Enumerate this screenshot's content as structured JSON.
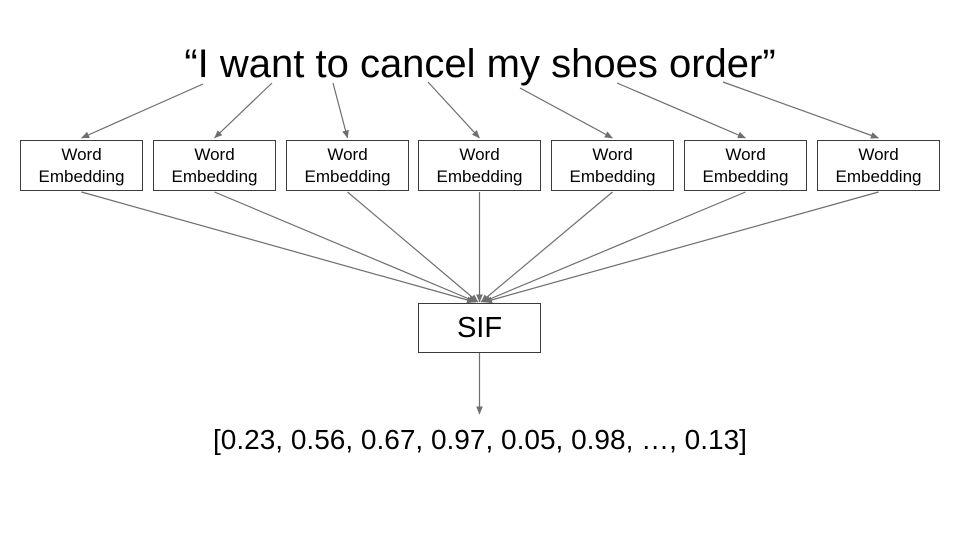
{
  "title": "“I want to cancel my shoes order”",
  "embedding_boxes": [
    {
      "label": "Word Embedding"
    },
    {
      "label": "Word Embedding"
    },
    {
      "label": "Word Embedding"
    },
    {
      "label": "Word Embedding"
    },
    {
      "label": "Word Embedding"
    },
    {
      "label": "Word Embedding"
    },
    {
      "label": "Word Embedding"
    }
  ],
  "sif_label": "SIF",
  "output_vector": "[0.23, 0.56, 0.67, 0.97, 0.05, 0.98, …, 0.13]",
  "colors": {
    "background": "#ffffff",
    "text": "#000000",
    "box_border": "#3b3b3b",
    "arrow": "#6e6e6e"
  }
}
